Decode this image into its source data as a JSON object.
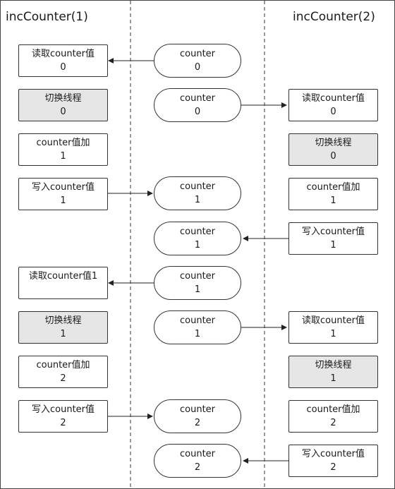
{
  "threads": {
    "left_title": "incCounter(1)",
    "right_title": "incCounter(2)"
  },
  "left_steps": [
    {
      "line1": "读取counter值",
      "line2": "0",
      "style": "plain"
    },
    {
      "line1": "切换线程",
      "line2": "0",
      "style": "gray"
    },
    {
      "line1": "counter值加",
      "line2": "1",
      "style": "plain"
    },
    {
      "line1": "写入counter值",
      "line2": "1",
      "style": "plain"
    },
    {
      "line1": "读取counter值1",
      "line2": "",
      "style": "plain"
    },
    {
      "line1": "切换线程",
      "line2": "1",
      "style": "gray"
    },
    {
      "line1": "counter值加",
      "line2": "2",
      "style": "plain"
    },
    {
      "line1": "写入counter值",
      "line2": "2",
      "style": "plain"
    }
  ],
  "counter_states": [
    {
      "label": "counter",
      "value": "0"
    },
    {
      "label": "counter",
      "value": "0"
    },
    {
      "label": "counter",
      "value": "1"
    },
    {
      "label": "counter",
      "value": "1"
    },
    {
      "label": "counter",
      "value": "1"
    },
    {
      "label": "counter",
      "value": "1"
    },
    {
      "label": "counter",
      "value": "2"
    },
    {
      "label": "counter",
      "value": "2"
    }
  ],
  "right_steps": [
    {
      "line1": "读取counter值",
      "line2": "0",
      "style": "plain"
    },
    {
      "line1": "切换线程",
      "line2": "0",
      "style": "gray"
    },
    {
      "line1": "counter值加",
      "line2": "1",
      "style": "plain"
    },
    {
      "line1": "写入counter值",
      "line2": "1",
      "style": "plain"
    },
    {
      "line1": "读取counter值",
      "line2": "1",
      "style": "plain"
    },
    {
      "line1": "切换线程",
      "line2": "1",
      "style": "gray"
    },
    {
      "line1": "counter值加",
      "line2": "2",
      "style": "plain"
    },
    {
      "line1": "写入counter值",
      "line2": "2",
      "style": "plain"
    }
  ]
}
